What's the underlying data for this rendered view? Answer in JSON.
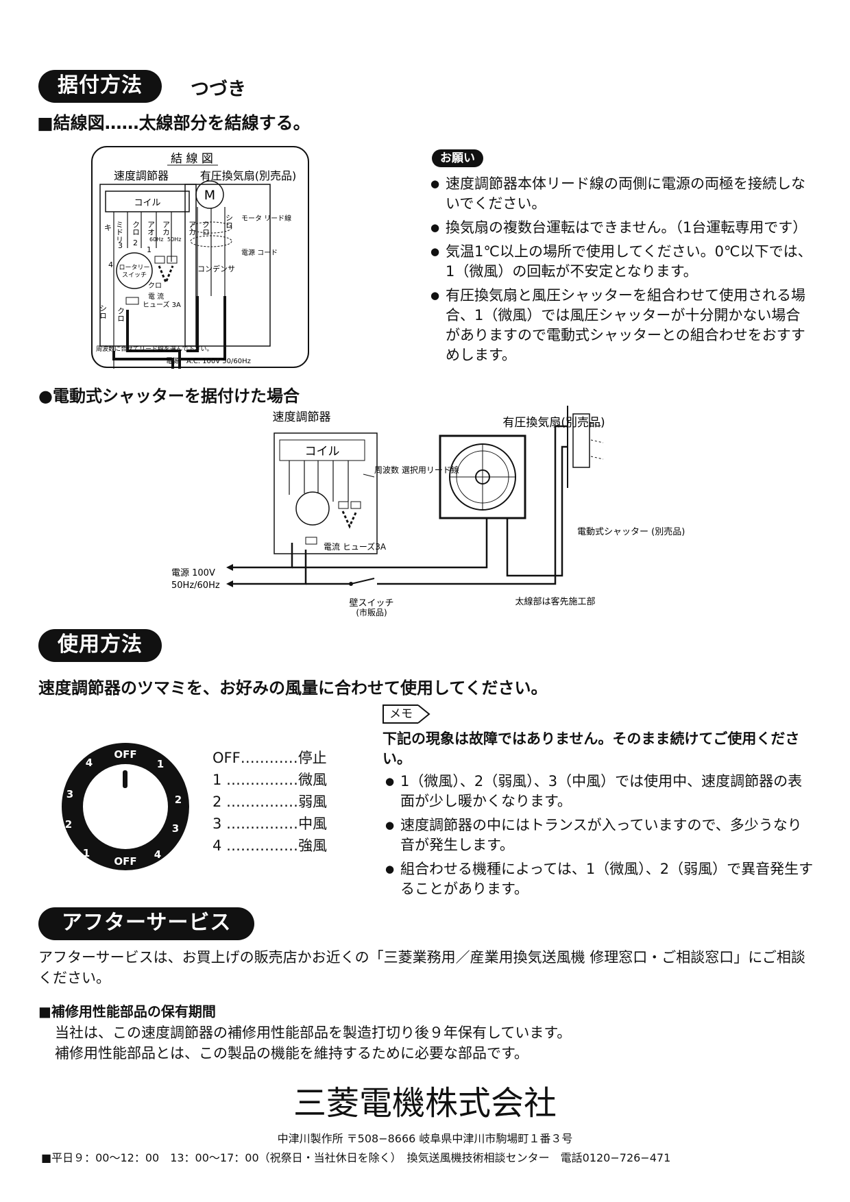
{
  "header": {
    "section_pill": "据付方法",
    "continued": "つづき"
  },
  "wiring": {
    "heading": "■結線図……太線部分を結線する。",
    "diagram": {
      "title": "結 線 図",
      "left_label": "速度調節器",
      "right_label": "有圧換気扇(別売品)",
      "coil": "コイル",
      "wire_ki": "キ",
      "wire_midori": "ミドリ",
      "wire_kuro": "クロ",
      "wire_ao": "アオ",
      "wire_aka": "アカ",
      "n3": "3",
      "n2": "2",
      "n1": "1",
      "n4": "4",
      "hz60": "60Hz",
      "hz50": "50Hz",
      "ao_small": "アオ",
      "aka_small": "アカ",
      "rotary": "ロータリー",
      "switch": "スイッチ",
      "kuro_small": "クロ",
      "fuse1": "電 流",
      "fuse2": "ヒューズ 3A",
      "shiro": "シロ",
      "kuro2": "クロ",
      "motor": "M",
      "aka_m": "アカ",
      "kuro_m": "クロ",
      "shiro_m": "シロ",
      "motor_lead": "モータ リード線",
      "power_cord": "電源 コード",
      "condenser": "コンデンサ",
      "note": "周波数に合せてリード線を選んで下さい。",
      "power": "電源",
      "power_spec": "A.C. 100V 50/60Hz"
    }
  },
  "request": {
    "tag": "お願い",
    "items": [
      "速度調節器本体リード線の両側に電源の両極を接続しないでください。",
      "換気扇の複数台運転はできません。（1台運転専用です）",
      "気温1℃以上の場所で使用してください。0℃以下では、1（微風）の回転が不安定となります。",
      "有圧換気扇と風圧シャッターを組合わせて使用される場合、1（微風）では風圧シャッターが十分開かない場合がありますので電動式シャッターとの組合わせをおすすめします。"
    ]
  },
  "shutter_section": {
    "heading": "●電動式シャッターを据付けた場合",
    "controller_label": "速度調節器",
    "fan_label": "有圧換気扇(別売品)",
    "coil": "コイル",
    "freq_lead": "周波数 選択用リード線",
    "fuse": "電流 ヒューズ3A",
    "shutter": "電動式シャッター (別売品)",
    "power1": "電源 100V",
    "power2": "50Hz/60Hz",
    "wall_switch": "壁スイッチ",
    "wall_switch_sub": "(市販品)",
    "thick_note": "太線部は客先施工部"
  },
  "usage": {
    "pill": "使用方法",
    "lead": "速度調節器のツマミを、お好みの風量に合わせて使用してください。",
    "dial": {
      "off_top": "OFF",
      "off_bottom": "OFF",
      "l1a": "1",
      "l2a": "2",
      "l3a": "3",
      "l4a": "4",
      "l1b": "1",
      "l2b": "2",
      "l3b": "3",
      "l4b": "4"
    },
    "speeds": [
      {
        "key": "OFF",
        "dots": "…………",
        "val": "停止"
      },
      {
        "key": "1",
        "dots": " ……………",
        "val": "微風"
      },
      {
        "key": "2",
        "dots": " ……………",
        "val": "弱風"
      },
      {
        "key": "3",
        "dots": " ……………",
        "val": "中風"
      },
      {
        "key": "4",
        "dots": " ……………",
        "val": "強風"
      }
    ],
    "memo_tag": "メモ",
    "memo_lead": "下記の現象は故障ではありません。そのまま続けてご使用ください。",
    "memo_items": [
      "1（微風）、2（弱風）、3（中風）では使用中、速度調節器の表面が少し暖かくなります。",
      "速度調節器の中にはトランスが入っていますので、多少うなり音が発生します。",
      "組合わせる機種によっては、1（微風）、2（弱風）で異音発生することがあります。"
    ]
  },
  "after_service": {
    "pill": "アフターサービス",
    "text": "アフターサービスは、お買上げの販売店かお近くの「三菱業務用／産業用換気送風機 修理窓口・ご相談窓口」にご相談ください。",
    "parts_heading": "■補修用性能部品の保有期間",
    "parts_line1": "当社は、この速度調節器の補修用性能部品を製造打切り後９年保有しています。",
    "parts_line2": "補修用性能部品とは、この製品の機能を維持するために必要な部品です。"
  },
  "footer": {
    "company": "三菱電機株式会社",
    "address": "中津川製作所 〒508−8666 岐阜県中津川市駒場町１番３号",
    "hours": "■平日９：00〜12：00　13：00〜17：00（祝祭日・当社休日を除く）　換気送風機技術相談センター　電話0120−726−471"
  }
}
